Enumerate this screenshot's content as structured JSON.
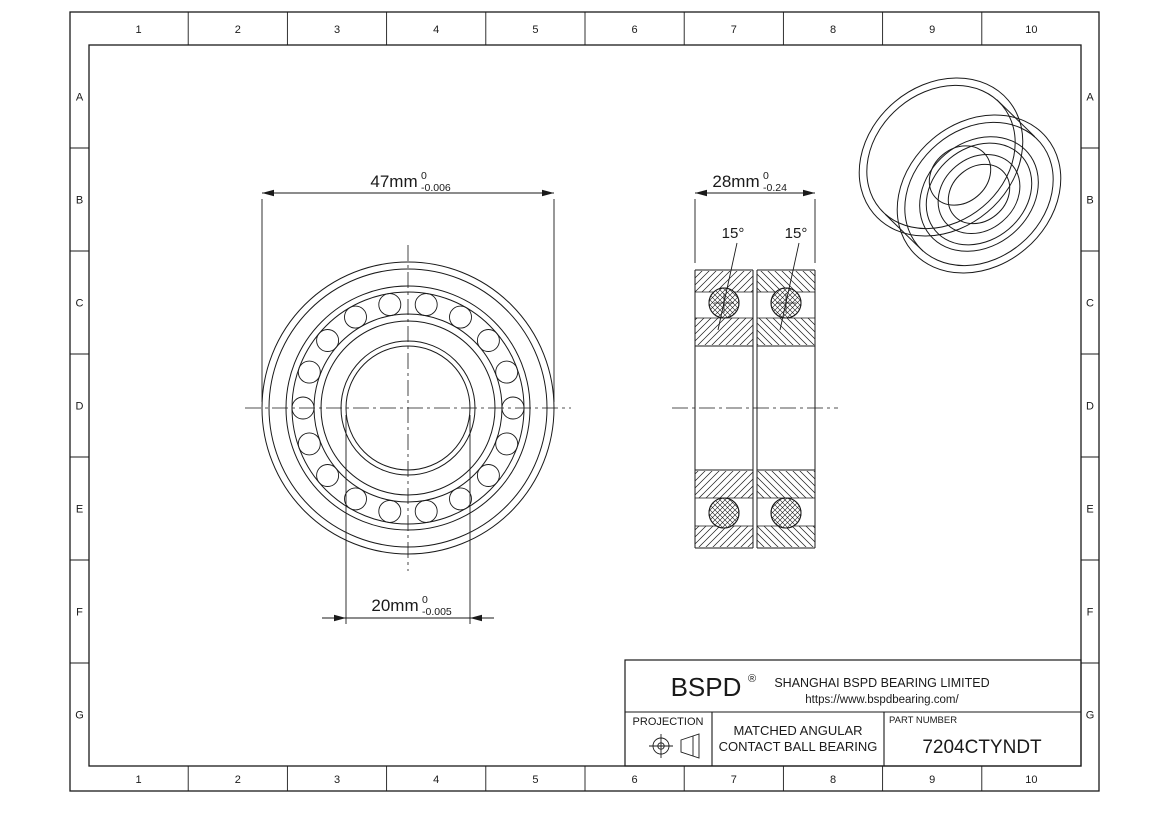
{
  "colors": {
    "line": "#1a1a1a",
    "background": "#ffffff"
  },
  "grid": {
    "columns": [
      "1",
      "2",
      "3",
      "4",
      "5",
      "6",
      "7",
      "8",
      "9",
      "10"
    ],
    "rows": [
      "A",
      "B",
      "C",
      "D",
      "E",
      "F",
      "G"
    ]
  },
  "dimensions": {
    "outer_diameter": {
      "value": "47mm",
      "tol_upper": "0",
      "tol_lower": "-0.006"
    },
    "bore_diameter": {
      "value": "20mm",
      "tol_upper": "0",
      "tol_lower": "-0.005"
    },
    "width": {
      "value": "28mm",
      "tol_upper": "0",
      "tol_lower": "-0.24"
    },
    "contact_angle_left": "15°",
    "contact_angle_right": "15°"
  },
  "title_block": {
    "logo": "BSPD",
    "logo_registered": "®",
    "company": "SHANGHAI BSPD BEARING LIMITED",
    "website": "https://www.bspdbearing.com/",
    "projection_label": "PROJECTION",
    "description_line1": "MATCHED ANGULAR",
    "description_line2": "CONTACT BALL BEARING",
    "part_number_label": "PART NUMBER",
    "part_number": "7204CTYNDT"
  }
}
